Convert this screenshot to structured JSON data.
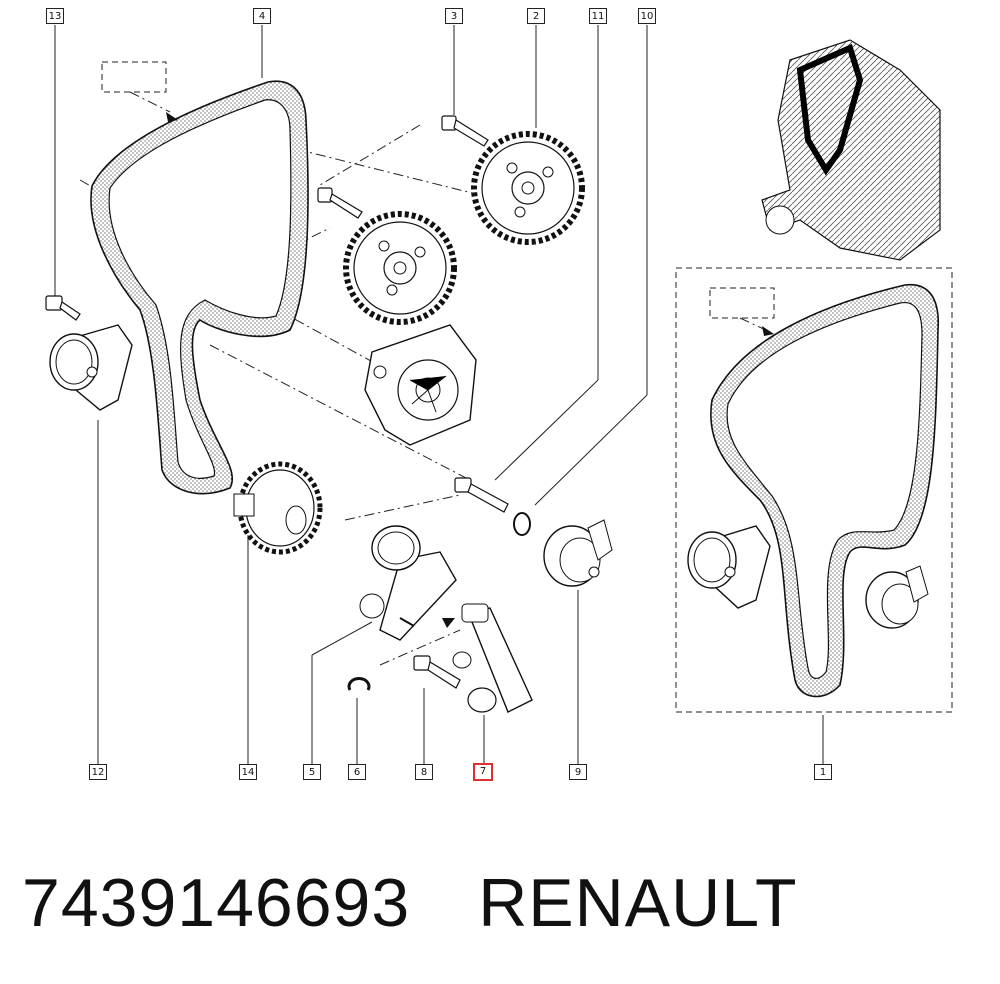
{
  "callouts": {
    "c13": "13",
    "c4": "4",
    "c3": "3",
    "c2": "2",
    "c11": "11",
    "c10": "10",
    "c12": "12",
    "c14": "14",
    "c5": "5",
    "c6": "6",
    "c8": "8",
    "c7": "7",
    "c9": "9",
    "c1": "1"
  },
  "highlight_color": "#e03030",
  "caption": {
    "part_number": "7439146693",
    "brand": "RENAULT"
  }
}
